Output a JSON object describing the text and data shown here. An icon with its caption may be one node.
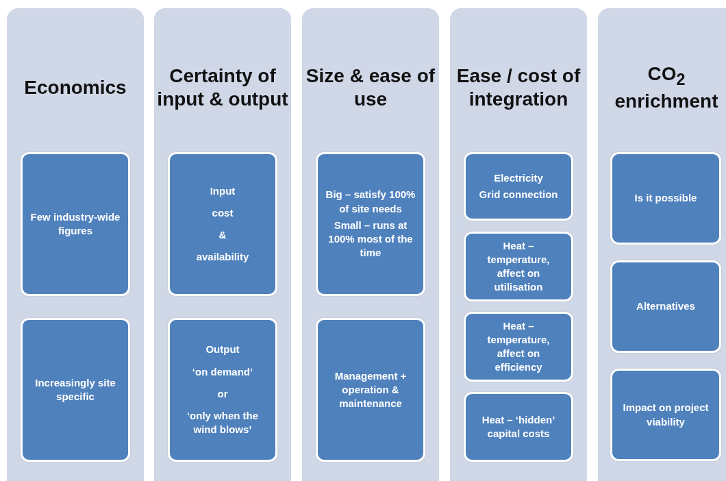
{
  "diagram": {
    "nodes": [
      {
        "text": [
          "Economics"
        ]
      },
      {
        "text": [
          "Few industry-wide figures"
        ],
        "in": 0
      },
      {
        "text": [
          "Increasingly site specific"
        ],
        "in": 0
      },
      {
        "text": [
          "Certainty of input & output"
        ]
      },
      {
        "text": [
          "Input",
          "cost",
          "&",
          "availability"
        ],
        "in": 3
      },
      {
        "text": [
          "Output",
          "‘on demand’",
          "or",
          "‘only when the wind blows’"
        ],
        "in": 3
      },
      {
        "text": [
          "Size & ease of use"
        ]
      },
      {
        "text": [
          "Big – satisfy 100% of site needs",
          "Small – runs at 100% most of the time"
        ],
        "in": 6
      },
      {
        "text": [
          "Management + operation & maintenance"
        ],
        "in": 6
      },
      {
        "text": [
          "Ease / cost of integration"
        ]
      },
      {
        "text": [
          "Electricity",
          "Grid connection"
        ],
        "in": 9
      },
      {
        "text": [
          "Heat – temperature, affect on utilisation"
        ],
        "in": 9
      },
      {
        "text": [
          "Heat – temperature, affect on efficiency"
        ],
        "in": 9
      },
      {
        "text": [
          "Heat – ‘hidden’ capital costs"
        ],
        "in": 9
      },
      {
        "text": [
          "CO$_{2}$ enrichment"
        ]
      },
      {
        "text": [
          "Is it possible"
        ],
        "in": 14
      },
      {
        "text": [
          "Alternatives"
        ],
        "in": 14
      },
      {
        "text": [
          "Impact on project viability"
        ],
        "in": 14
      }
    ]
  }
}
